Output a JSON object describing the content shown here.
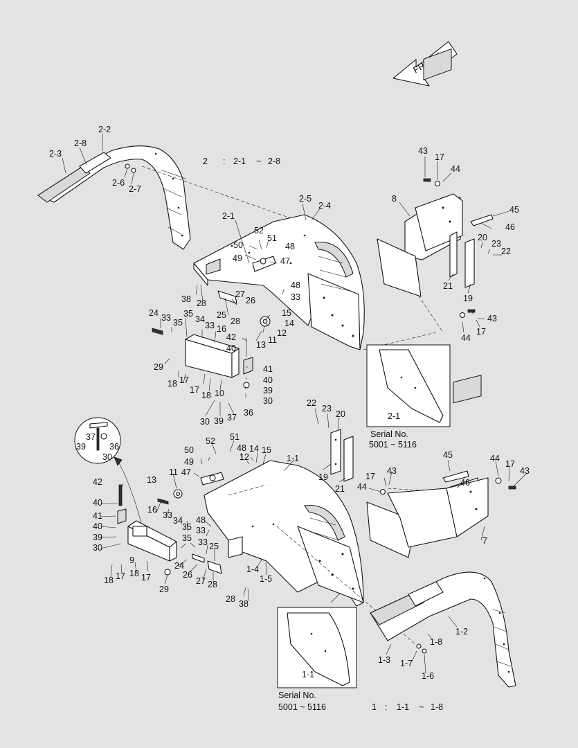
{
  "front_label": "FRONT",
  "assembly_2_range": {
    "num": "2",
    "colon": ":",
    "from": "2-1",
    "tilde": "~",
    "to": "2-8"
  },
  "assembly_1_range": {
    "num": "1",
    "colon": ":",
    "from": "1-1",
    "tilde": "~",
    "to": "1-8"
  },
  "inset_upper": {
    "serial_label": "Serial No.",
    "serial_range": "5001 ~ 5116",
    "part": "2-1"
  },
  "inset_lower": {
    "serial_label": "Serial No.",
    "serial_range": "5001 ~ 5116",
    "part": "1-1"
  },
  "callouts": {
    "u_2_2": "2-2",
    "u_2_8": "2-8",
    "u_2_3": "2-3",
    "u_2_6": "2-6",
    "u_2_7": "2-7",
    "u_2_5": "2-5",
    "u_2_4": "2-4",
    "u_2_1": "2-1",
    "u_52": "52",
    "u_51": "51",
    "u_50": "50",
    "u_48a": "48",
    "u_49": "49",
    "u_47": "47",
    "u_38": "38",
    "u_28a": "28",
    "u_48b": "48",
    "u_33a": "33",
    "u_27": "27",
    "u_26": "26",
    "u_25": "25",
    "u_28b": "28",
    "u_15": "15",
    "u_14": "14",
    "u_12": "12",
    "u_11": "11",
    "u_13": "13",
    "u_24": "24",
    "u_33b": "33",
    "u_35a": "35",
    "u_34": "34",
    "u_35b": "35",
    "u_33c": "33",
    "u_16": "16",
    "u_42": "42",
    "u_40a": "40",
    "u_29": "29",
    "u_41": "41",
    "u_18a": "18",
    "u_17a": "17",
    "u_17b": "17",
    "u_18b": "18",
    "u_10": "10",
    "u_40b": "40",
    "u_39a": "39",
    "u_30a": "30",
    "u_30b": "30",
    "u_39b": "39",
    "u_37": "37",
    "u_36": "36",
    "u_43a": "43",
    "u_17c": "17",
    "u_44a": "44",
    "u_8": "8",
    "u_45": "45",
    "u_46": "46",
    "u_20": "20",
    "u_23": "23",
    "u_22": "22",
    "u_21": "21",
    "u_19": "19",
    "u_43b": "43",
    "u_44b": "44",
    "u_17d": "17",
    "m_22": "22",
    "m_23": "23",
    "m_20": "20",
    "m_19": "19",
    "m_21": "21",
    "c_37": "37",
    "c_36": "36",
    "c_39": "39",
    "c_30": "30",
    "l_50": "50",
    "l_52": "52",
    "l_51": "51",
    "l_48": "48",
    "l_14": "14",
    "l_15": "15",
    "l_12": "12",
    "l_49": "49",
    "l_47": "47",
    "l_11": "11",
    "l_1_1": "1-1",
    "l_42": "42",
    "l_13": "13",
    "l_40a": "40",
    "l_41": "41",
    "l_40b": "40",
    "l_39": "39",
    "l_30": "30",
    "l_16": "16",
    "l_33a": "33",
    "l_34": "34",
    "l_35a": "35",
    "l_48b": "48",
    "l_33b": "33",
    "l_35b": "35",
    "l_33c": "33",
    "l_9": "9",
    "l_18a": "18",
    "l_17a": "17",
    "l_18b": "18",
    "l_17b": "17",
    "l_29": "29",
    "l_24": "24",
    "l_25": "25",
    "l_26": "26",
    "l_27": "27",
    "l_28a": "28",
    "l_1_4": "1-4",
    "l_1_5": "1-5",
    "l_28b": "28",
    "l_38": "38",
    "l_45": "45",
    "l_44a": "44",
    "l_17c": "17",
    "l_43a": "43",
    "l_43b": "43",
    "l_17d": "17",
    "l_44b": "44",
    "l_46": "46",
    "l_7": "7",
    "l_1_2": "1-2",
    "l_1_8": "1-8",
    "l_1_3": "1-3",
    "l_1_7": "1-7",
    "l_1_6": "1-6"
  }
}
